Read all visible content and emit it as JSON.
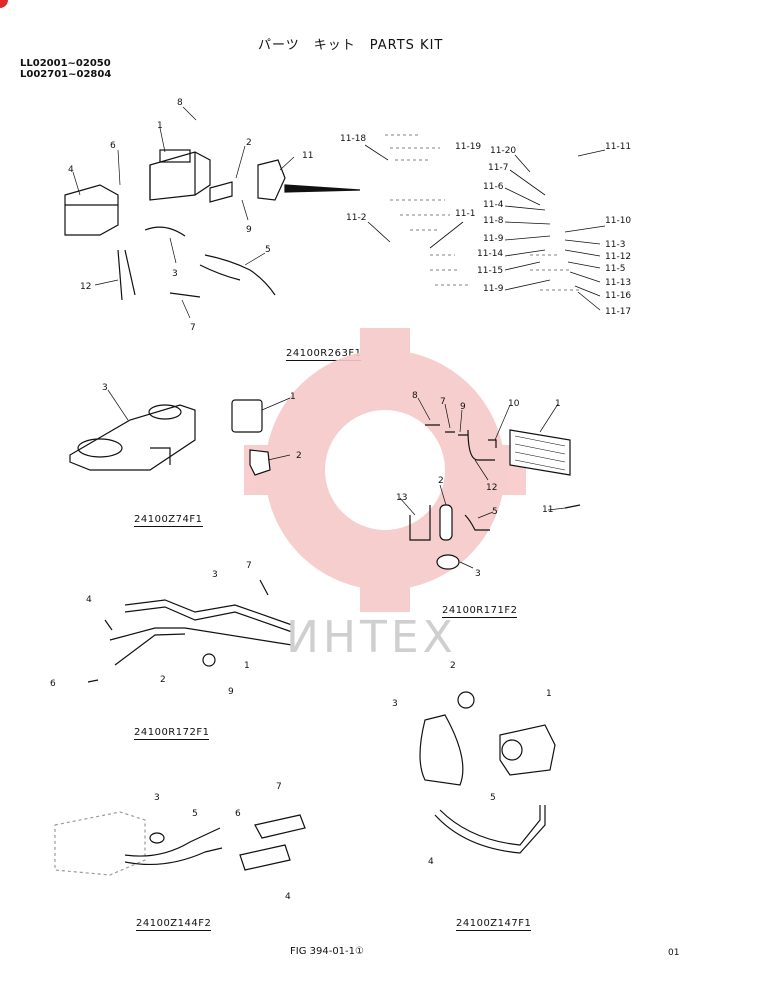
{
  "header": {
    "title": "パーツ　キット　PARTS KIT",
    "serial_1": "LL02001~02050",
    "serial_2": "L002701~02804"
  },
  "groups": [
    {
      "code": "24100R263F1"
    },
    {
      "code": "24100Z74F1"
    },
    {
      "code": "24100R171F2"
    },
    {
      "code": "24100R172F1"
    },
    {
      "code": "24100Z144F2"
    },
    {
      "code": "24100Z147F1"
    }
  ],
  "callouts": {
    "g1": [
      "1",
      "2",
      "3",
      "4",
      "5",
      "6",
      "7",
      "8",
      "9",
      "11",
      "12"
    ],
    "g1_detail": [
      "11-18",
      "11-19",
      "11-20",
      "11-11",
      "11-7",
      "11-6",
      "11-4",
      "11-8",
      "11-10",
      "11-2",
      "11-1",
      "11-9",
      "11-3",
      "11-14",
      "11-12",
      "11-15",
      "11-5",
      "11-9",
      "11-13",
      "11-16",
      "11-17"
    ],
    "g2": [
      "3",
      "1",
      "2"
    ],
    "g3": [
      "8",
      "7",
      "9",
      "10",
      "1",
      "12",
      "2",
      "13",
      "5",
      "11",
      "3"
    ],
    "g4": [
      "3",
      "7",
      "4",
      "1",
      "2",
      "9",
      "6"
    ],
    "g5": [
      "3",
      "5",
      "6",
      "7",
      "4"
    ],
    "g6": [
      "2",
      "1",
      "3",
      "5",
      "4"
    ]
  },
  "footer": {
    "fig": "FIG 394-01-1①",
    "page": "01"
  },
  "watermark": "ИНТЕХ",
  "colors": {
    "watermark_gear": "#f7c9c9",
    "watermark_text": "#cfcfcf",
    "ink": "#111111"
  }
}
